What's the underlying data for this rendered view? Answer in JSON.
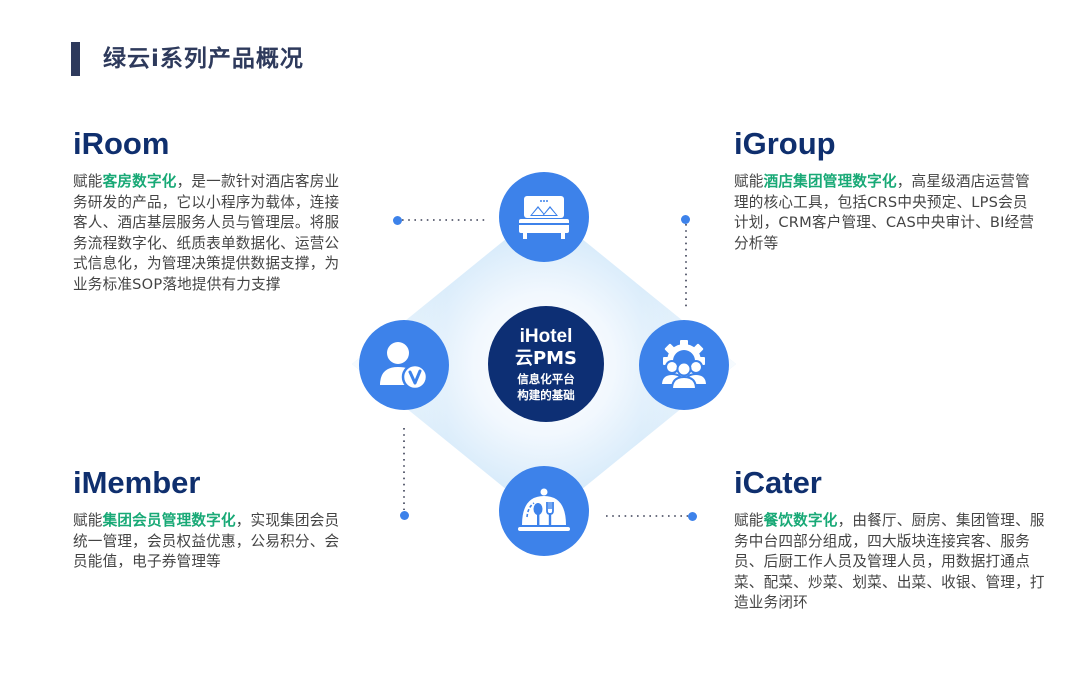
{
  "header": {
    "title": "绿云i系列产品概况"
  },
  "center": {
    "line1": "iHotel",
    "line2": "云PMS",
    "line3": "信息化平台",
    "line4": "构建的基础"
  },
  "products": {
    "iroom": {
      "name": "iRoom",
      "prefix": "赋能",
      "highlight": "客房数字化",
      "body": "，是一款针对酒店客房业务研发的产品，它以小程序为载体，连接客人、酒店基层服务人员与管理层。将服务流程数字化、纸质表单数据化、运营公式信息化，为管理决策提供数据支撑，为业务标准SOP落地提供有力支撑",
      "icon": "bed-icon"
    },
    "igroup": {
      "name": "iGroup",
      "prefix": "赋能",
      "highlight": "酒店集团管理数字化",
      "body": "，高星级酒店运营管理的核心工具，包括CRS中央预定、LPS会员计划，CRM客户管理、CAS中央审计、BI经营分析等",
      "icon": "gear-team-icon"
    },
    "imember": {
      "name": "iMember",
      "prefix": "赋能",
      "highlight": "集团会员管理数字化",
      "body": "，实现集团会员统一管理，会员权益优惠，公易积分、会员能值，电子券管理等",
      "icon": "member-verified-icon"
    },
    "icater": {
      "name": "iCater",
      "prefix": "赋能",
      "highlight": "餐饮数字化",
      "body": "，由餐厅、厨房、集团管理、服务中台四部分组成，四大版块连接宾客、服务员、后厨工作人员及管理人员，用数据打通点菜、配菜、炒菜、划菜、出菜、收银、管理，打造业务闭环",
      "icon": "food-cloche-icon"
    }
  },
  "colors": {
    "node_blue": "#3d82ea",
    "center_navy": "#0d2f74",
    "title_navy": "#2e3a5c",
    "product_name": "#0f2f6e",
    "highlight_green": "#18a976"
  }
}
